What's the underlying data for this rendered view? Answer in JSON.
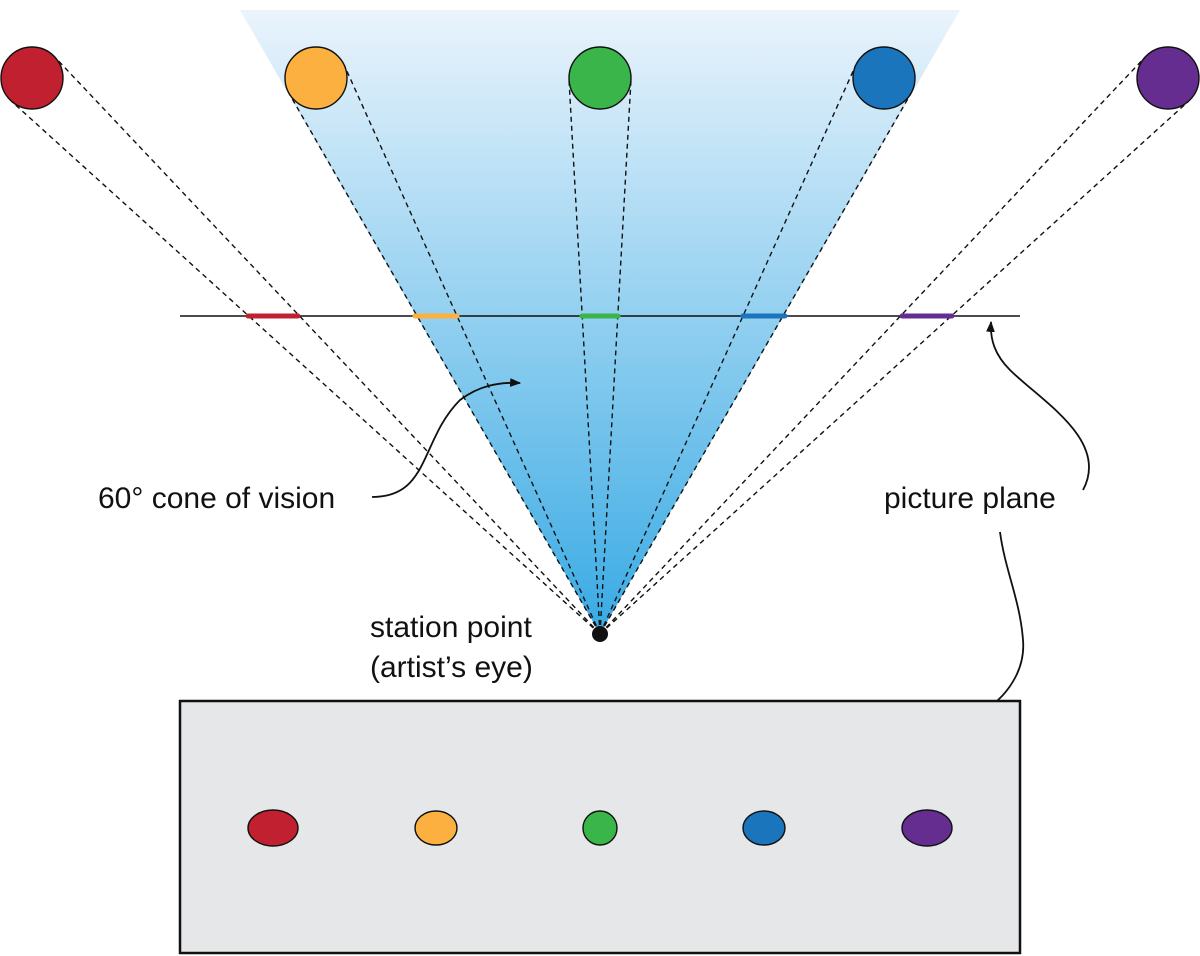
{
  "labels": {
    "cone_of_vision": "60° cone of vision",
    "picture_plane": "picture plane",
    "station_point_line1": "station point",
    "station_point_line2": "(artist’s eye)"
  },
  "colors": {
    "red": "#c0202f",
    "orange": "#fbb040",
    "green": "#39b54a",
    "blue": "#1b75bc",
    "purple": "#662d91",
    "cone_top": "#eaf4fc",
    "cone_bottom": "#38aae4",
    "panel_fill": "#e6e7e8"
  },
  "objects": [
    {
      "name": "red",
      "color_key": "red"
    },
    {
      "name": "orange",
      "color_key": "orange"
    },
    {
      "name": "green",
      "color_key": "green"
    },
    {
      "name": "blue",
      "color_key": "blue"
    },
    {
      "name": "purple",
      "color_key": "purple"
    }
  ]
}
